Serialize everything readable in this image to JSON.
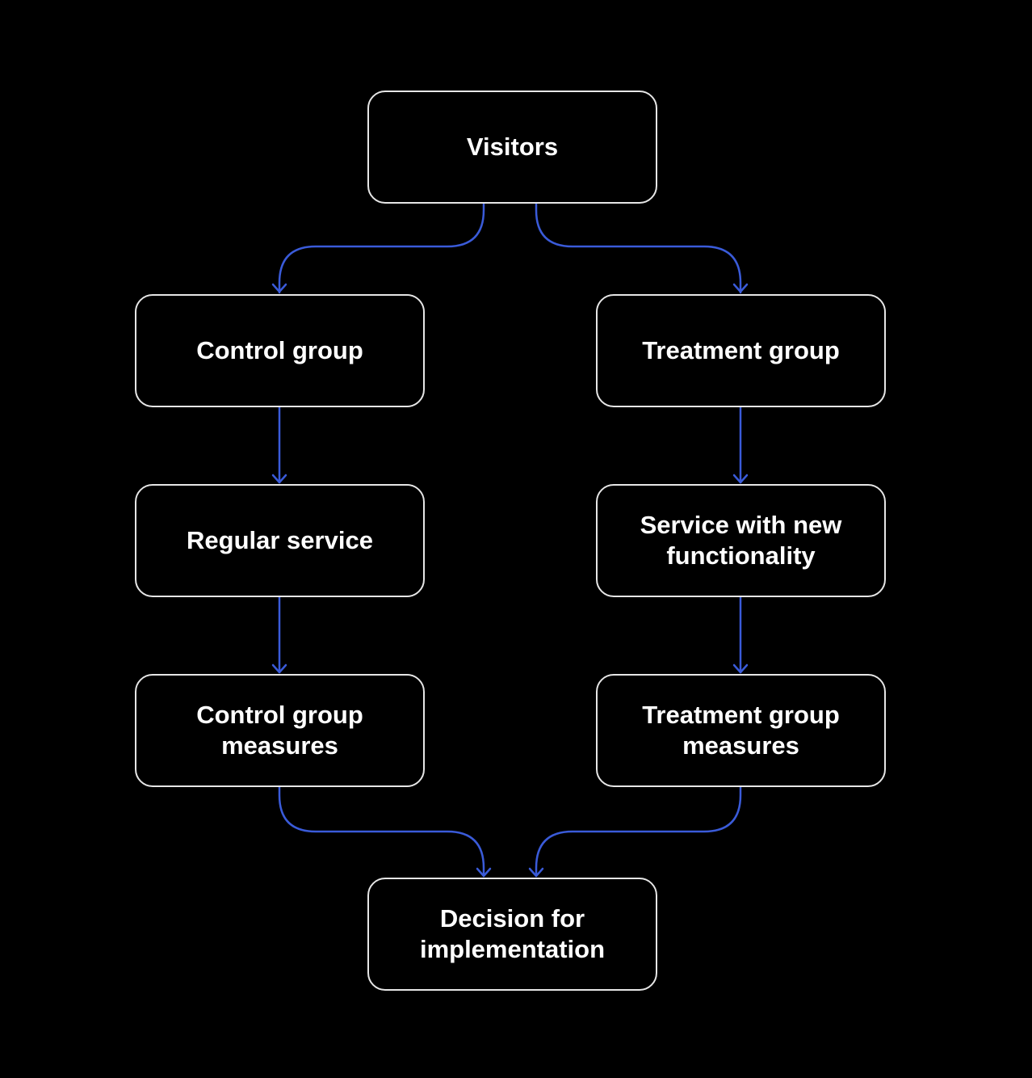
{
  "colors": {
    "background": "#000000",
    "node_border": "#e6e6e6",
    "node_text": "#ffffff",
    "edge": "#3a5bd9"
  },
  "nodes": {
    "visitors": "Visitors",
    "control_group": "Control group",
    "treatment_group": "Treatment group",
    "regular_service": "Regular service",
    "service_new_functionality": "Service with new functionality",
    "control_group_measures": "Control group measures",
    "treatment_group_measures": "Treatment group measures",
    "decision": "Decision for implementation"
  },
  "edges": [
    {
      "from": "visitors",
      "to": "control_group"
    },
    {
      "from": "visitors",
      "to": "treatment_group"
    },
    {
      "from": "control_group",
      "to": "regular_service"
    },
    {
      "from": "treatment_group",
      "to": "service_new_functionality"
    },
    {
      "from": "regular_service",
      "to": "control_group_measures"
    },
    {
      "from": "service_new_functionality",
      "to": "treatment_group_measures"
    },
    {
      "from": "control_group_measures",
      "to": "decision"
    },
    {
      "from": "treatment_group_measures",
      "to": "decision"
    }
  ]
}
